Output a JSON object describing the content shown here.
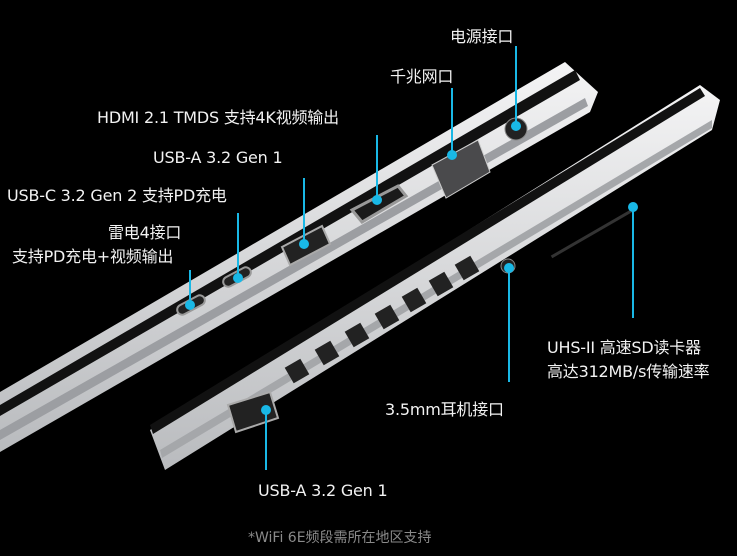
{
  "labels": {
    "power": "电源接口",
    "ethernet": "千兆网口",
    "hdmi": "HDMI 2.1 TMDS  支持4K视频输出",
    "usb_a_top": "USB-A 3.2 Gen 1",
    "usb_c": "USB-C 3.2 Gen 2 支持PD充电",
    "thunderbolt_line1": "雷电4接口",
    "thunderbolt_line2": "支持PD充电+视频输出",
    "audio": "3.5mm耳机接口",
    "sd_line1": "UHS-II 高速SD读卡器",
    "sd_line2": "高达312MB/s传输速率",
    "usb_a_bottom": "USB-A 3.2 Gen 1"
  },
  "footnote": "*WiFi 6E频段需所在地区支持",
  "colors": {
    "callout": "#19b8e6",
    "background": "#000000",
    "chassis": "#d9dadc"
  }
}
